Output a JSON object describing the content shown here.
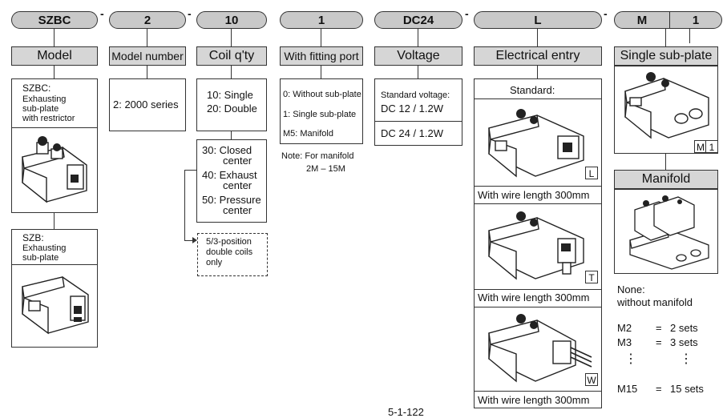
{
  "code_segments": [
    "SZBC",
    "2",
    "10",
    "1",
    "DC24",
    "L",
    "M",
    "1"
  ],
  "separators": [
    "-",
    "-",
    "-",
    "-",
    "-",
    "-"
  ],
  "headers": {
    "model": "Model",
    "model_number": "Model number",
    "coil_qty": "Coil q'ty",
    "fitting_port": "With fitting port",
    "voltage": "Voltage",
    "electrical_entry": "Electrical entry",
    "single_subplate": "Single sub-plate",
    "manifold": "Manifold"
  },
  "model": {
    "szbc": [
      "SZBC:",
      "Exhausting",
      "sub-plate",
      "with restrictor"
    ],
    "szb": [
      "SZB:",
      "Exhausting",
      "sub-plate"
    ]
  },
  "model_number": {
    "option": "2: 2000 series"
  },
  "coil_qty": {
    "options": [
      "10: Single",
      "20: Double"
    ],
    "positions": [
      [
        "30: Closed",
        "center"
      ],
      [
        "40: Exhaust",
        "center"
      ],
      [
        "50: Pressure",
        "center"
      ]
    ],
    "note": [
      "5/3-position",
      "double coils",
      "only"
    ]
  },
  "fitting_port": {
    "options": [
      "0: Without sub-plate",
      "1: Single sub-plate",
      "M5: Manifold"
    ],
    "note": [
      "Note: For manifold",
      "2M – 15M"
    ]
  },
  "voltage": {
    "standard_label": "Standard voltage:",
    "options": [
      "DC 12 / 1.2W",
      "DC 24 / 1.2W"
    ]
  },
  "electrical_entry": {
    "standard_label": "Standard:",
    "items": [
      {
        "tag": "L",
        "caption": "With wire length 300mm"
      },
      {
        "tag": "T",
        "caption": "With wire length 300mm"
      },
      {
        "tag": "W",
        "caption": "With wire length 300mm"
      }
    ]
  },
  "subplate": {
    "tag_m": "M",
    "tag_1": "1",
    "none_text": [
      "None:",
      "without manifold"
    ],
    "sets": [
      {
        "code": "M2",
        "eq": "=",
        "value": "2 sets"
      },
      {
        "code": "M3",
        "eq": "=",
        "value": "3 sets"
      },
      {
        "code": "M15",
        "eq": "=",
        "value": "15 sets"
      }
    ],
    "ellipsis": "⋮"
  },
  "page_number_fragment": "5-1-122"
}
